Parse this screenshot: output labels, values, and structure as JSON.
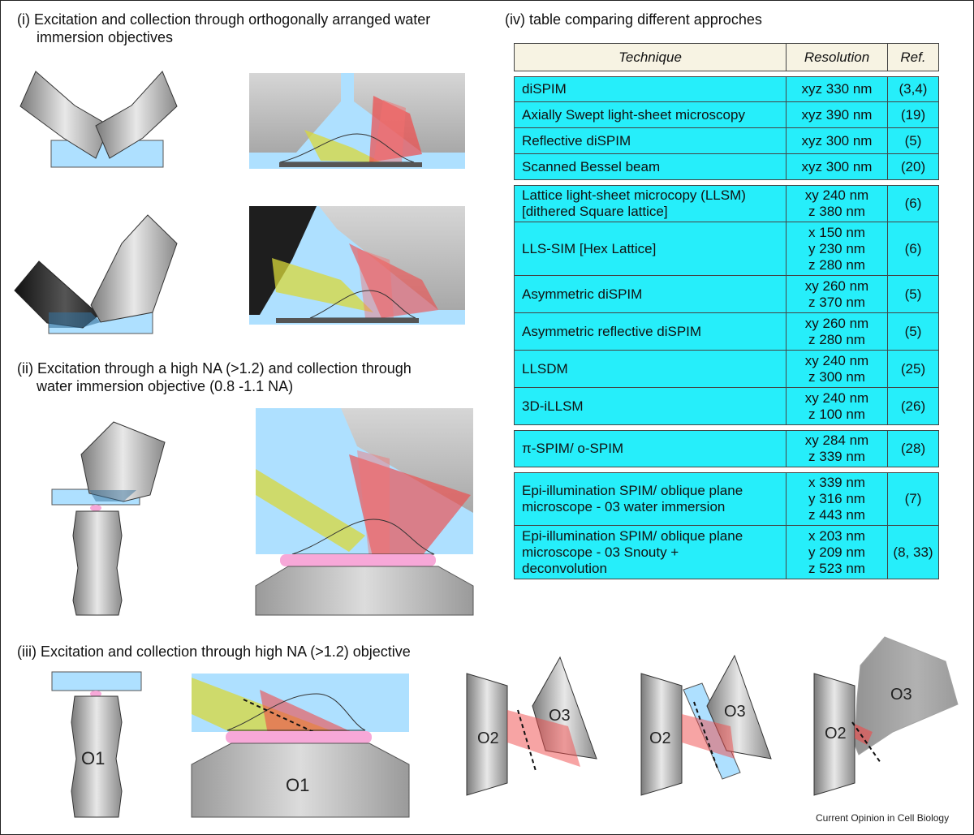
{
  "sections": {
    "i": {
      "title_line1": "(i)  Excitation and collection through orthogonally arranged water",
      "title_line2": "immersion objectives"
    },
    "ii": {
      "title_line1": "(ii) Excitation through a high NA (>1.2) and collection through",
      "title_line2": "water immersion objective (0.8 -1.1 NA)"
    },
    "iii": {
      "title": "(iii) Excitation and collection through high NA (>1.2) objective"
    },
    "iv": {
      "title": "(iv) table  comparing different approches"
    }
  },
  "labels": {
    "o1": "O1",
    "o2": "O2",
    "o3": "O3"
  },
  "table": {
    "headers": [
      "Technique",
      "Resolution",
      "Ref."
    ],
    "groups": [
      [
        {
          "technique": [
            "diSPIM"
          ],
          "resolution": [
            "xyz 330 nm"
          ],
          "ref": "(3,4)"
        },
        {
          "technique": [
            "Axially Swept light-sheet microscopy"
          ],
          "resolution": [
            "xyz 390 nm"
          ],
          "ref": "(19)"
        },
        {
          "technique": [
            "Reflective diSPIM"
          ],
          "resolution": [
            "xyz 300 nm"
          ],
          "ref": "(5)"
        },
        {
          "technique": [
            "Scanned Bessel beam"
          ],
          "resolution": [
            "xyz 300 nm"
          ],
          "ref": "(20)"
        }
      ],
      [
        {
          "technique": [
            "Lattice light-sheet microcopy (LLSM)",
            "[dithered Square lattice]"
          ],
          "resolution": [
            "xy 240 nm",
            "z 380 nm"
          ],
          "ref": "(6)"
        },
        {
          "technique": [
            "LLS-SIM [Hex Lattice]"
          ],
          "resolution": [
            "x 150 nm",
            "y 230 nm",
            "z 280 nm"
          ],
          "ref": "(6)"
        },
        {
          "technique": [
            "Asymmetric diSPIM"
          ],
          "resolution": [
            "xy 260 nm",
            "z 370 nm"
          ],
          "ref": "(5)"
        },
        {
          "technique": [
            "Asymmetric reflective diSPIM"
          ],
          "resolution": [
            "xy 260 nm",
            "z 280 nm"
          ],
          "ref": "(5)"
        },
        {
          "technique": [
            "LLSDM"
          ],
          "resolution": [
            "xy 240 nm",
            "z 300 nm"
          ],
          "ref": "(25)"
        },
        {
          "technique": [
            "3D-iLLSM"
          ],
          "resolution": [
            "xy 240 nm",
            "z 100 nm"
          ],
          "ref": "(26)"
        }
      ],
      [
        {
          "technique": [
            "π-SPIM/ o-SPIM"
          ],
          "resolution": [
            "xy 284 nm",
            "z 339 nm"
          ],
          "ref": "(28)"
        }
      ],
      [
        {
          "technique": [
            "Epi-illumination SPIM/ oblique plane",
            "microscope - 03 water immersion"
          ],
          "resolution": [
            "x 339 nm",
            "y 316 nm",
            "z 443 nm"
          ],
          "ref": "(7)"
        },
        {
          "technique": [
            "Epi-illumination SPIM/ oblique plane",
            "microscope - 03 Snouty +",
            "deconvolution"
          ],
          "resolution": [
            "x 203 nm",
            "y 209 nm",
            "z 523 nm"
          ],
          "ref": "(8, 33)"
        }
      ]
    ]
  },
  "credit": "Current Opinion in Cell Biology",
  "colors": {
    "water": "#aee0ff",
    "cell_fill": "#26eefa",
    "header_fill": "#f7f3e3",
    "excitation": "#d8d83a",
    "emission": "#f04a4a",
    "oil": "#f7a8d8"
  }
}
